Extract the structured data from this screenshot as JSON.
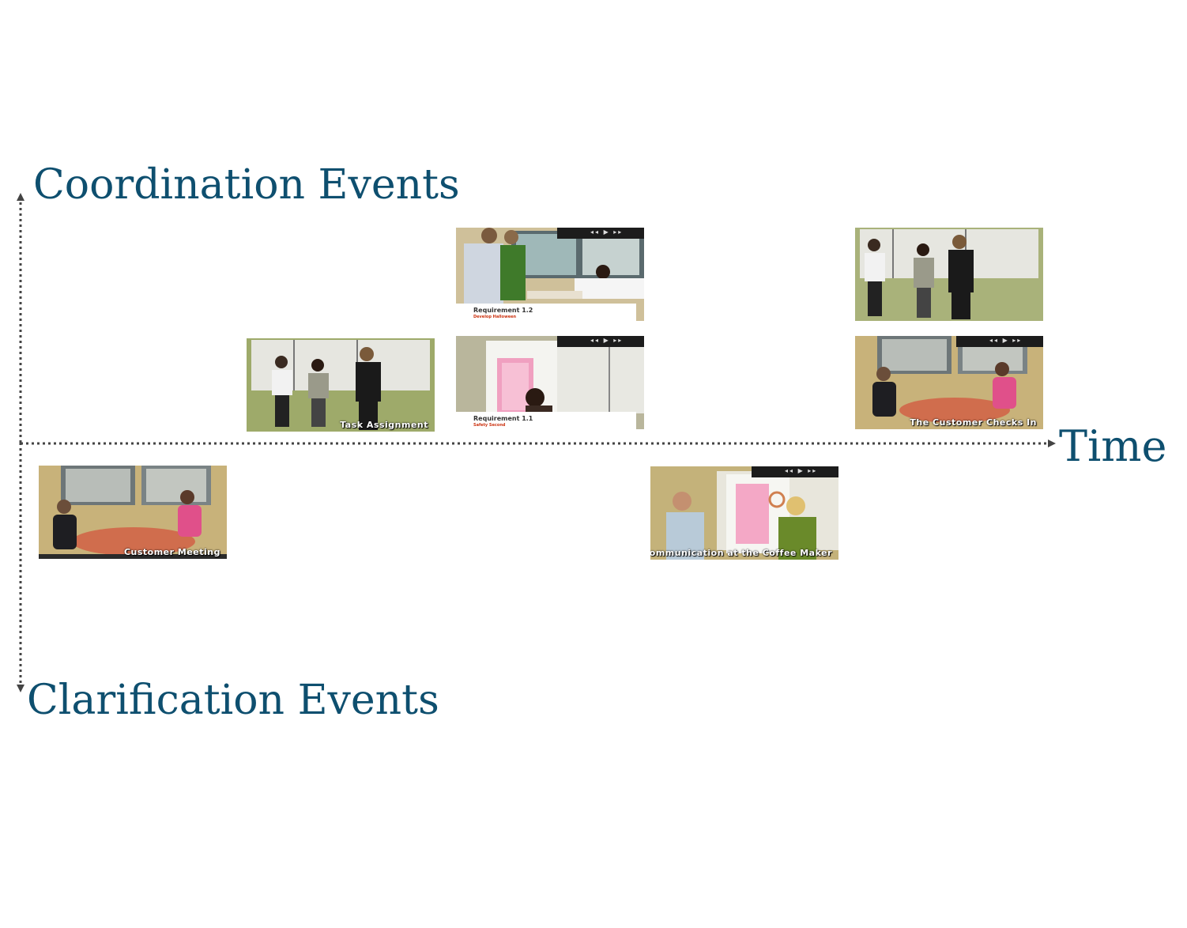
{
  "axes": {
    "vertical_top_label": "Coordination Events",
    "vertical_bottom_label": "Clarification Events",
    "horizontal_label": "Time"
  },
  "colors": {
    "label": "#0e4f6f",
    "axis": "#444444"
  },
  "thumbnails": [
    {
      "id": "customer-meeting",
      "caption": "Customer Meeting",
      "scene": "round-table-meeting"
    },
    {
      "id": "task-assignment",
      "caption": "Task Assignment",
      "scene": "three-people-whiteboard"
    },
    {
      "id": "requirement-1-2",
      "title": "Requirement 1.2",
      "subtitle": "Develop Halloween",
      "scene": "group-at-table",
      "player_controls": "◂◂ ▶ ▸▸"
    },
    {
      "id": "requirement-1-1",
      "title": "Requirement 1.1",
      "subtitle": "Safety Second",
      "scene": "drawing-board",
      "player_controls": "◂◂ ▶ ▸▸"
    },
    {
      "id": "coffee-maker",
      "caption": "Communication at the Coffee Maker",
      "scene": "two-people-talking",
      "player_controls": "◂◂ ▶ ▸▸"
    },
    {
      "id": "three-at-board",
      "caption": "",
      "scene": "three-people-whiteboard"
    },
    {
      "id": "customer-checks-in",
      "caption": "The Customer Checks In",
      "scene": "round-table-meeting",
      "player_controls": "◂◂ ▶ ▸▸"
    }
  ]
}
